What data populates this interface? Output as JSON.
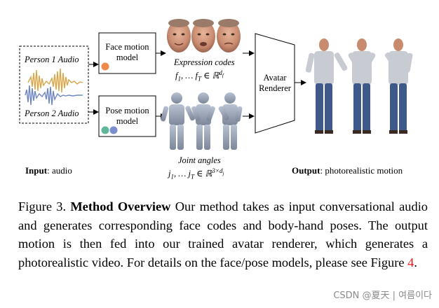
{
  "figure": {
    "audio_person1": "Person 1 Audio",
    "audio_person2": "Person 2 Audio",
    "face_model": [
      "Face motion",
      "model"
    ],
    "pose_model": [
      "Pose motion",
      "model"
    ],
    "expression_label": "Expression codes",
    "expression_math": "f",
    "joint_label": "Joint angles",
    "renderer": [
      "Avatar",
      "Renderer"
    ],
    "input_bold": "Input",
    "input_rest": ": audio",
    "output_bold": "Output",
    "output_rest": ": photorealistic motion",
    "colors": {
      "audio1": "#d9a648",
      "audio2": "#6f86c4",
      "dot_orange": "#ef8a4a",
      "dot_green": "#5fb89a",
      "dot_blue": "#7b8fd0"
    }
  },
  "caption": {
    "figure_label": "Figure 3.",
    "bold_title": "Method Overview",
    "text": "Our method takes as input conversational audio and generates corresponding face codes and body-hand poses. The output motion is then fed into our trained avatar renderer, which generates a photorealistic video. For details on the face/pose models, please see Figure",
    "figure_ref": "4",
    "end": "."
  },
  "watermark": "CSDN @夏天 | 여름이다"
}
